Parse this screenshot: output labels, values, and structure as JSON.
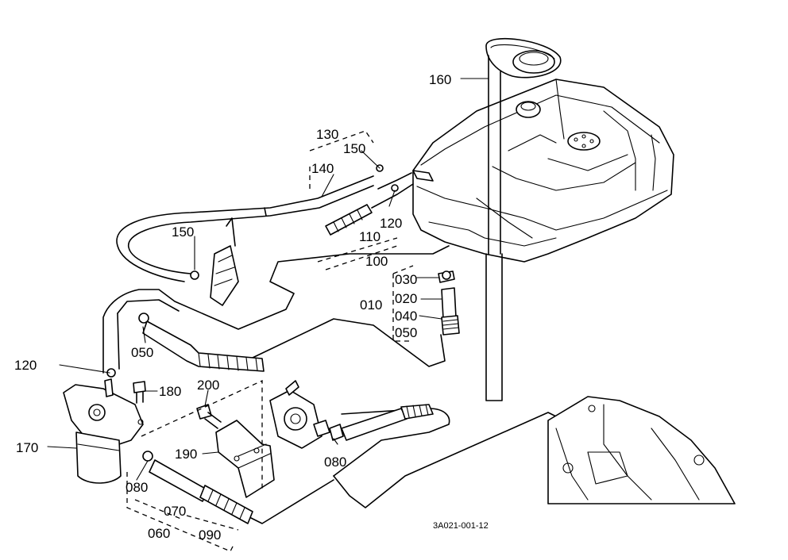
{
  "diagram": {
    "reference_code": "3A021-001-12",
    "labels": {
      "l010": "010",
      "l020": "020",
      "l030": "030",
      "l040": "040",
      "l050a": "050",
      "l050b": "050",
      "l060": "060",
      "l070": "070",
      "l080a": "080",
      "l080b": "080",
      "l090": "090",
      "l100": "100",
      "l110": "110",
      "l120a": "120",
      "l120b": "120",
      "l130": "130",
      "l140": "140",
      "l150a": "150",
      "l150b": "150",
      "l160": "160",
      "l170": "170",
      "l180": "180",
      "l190": "190",
      "l200": "200"
    }
  }
}
